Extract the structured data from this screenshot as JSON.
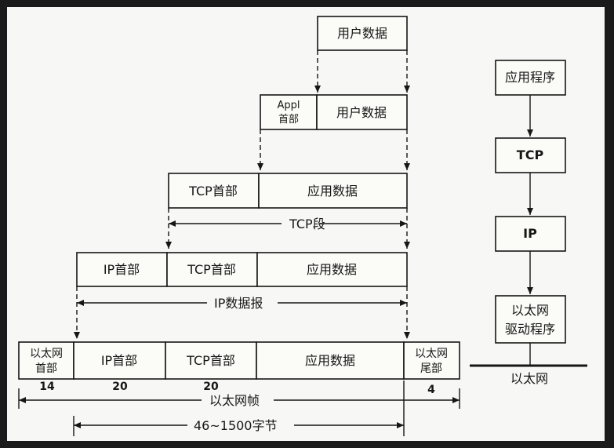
{
  "row1": {
    "user_data": "用户数据"
  },
  "row2": {
    "appl_header_line1": "Appl",
    "appl_header_line2": "首部",
    "user_data": "用户数据"
  },
  "row3": {
    "tcp_header": "TCP首部",
    "app_data": "应用数据",
    "span_label": "TCP段"
  },
  "row4": {
    "ip_header": "IP首部",
    "tcp_header": "TCP首部",
    "app_data": "应用数据",
    "span_label": "IP数据报"
  },
  "row5": {
    "eth_header_line1": "以太网",
    "eth_header_line2": "首部",
    "ip_header": "IP首部",
    "tcp_header": "TCP首部",
    "app_data": "应用数据",
    "eth_trailer_line1": "以太网",
    "eth_trailer_line2": "尾部",
    "size_eth_header": "14",
    "size_ip_header": "20",
    "size_tcp_header": "20",
    "size_eth_trailer": "4",
    "frame_label": "以太网帧",
    "payload_label": "46~1500字节"
  },
  "stack": {
    "application": "应用程序",
    "tcp": "TCP",
    "ip": "IP",
    "driver_line1": "以太网",
    "driver_line2": "驱动程序",
    "network": "以太网"
  }
}
